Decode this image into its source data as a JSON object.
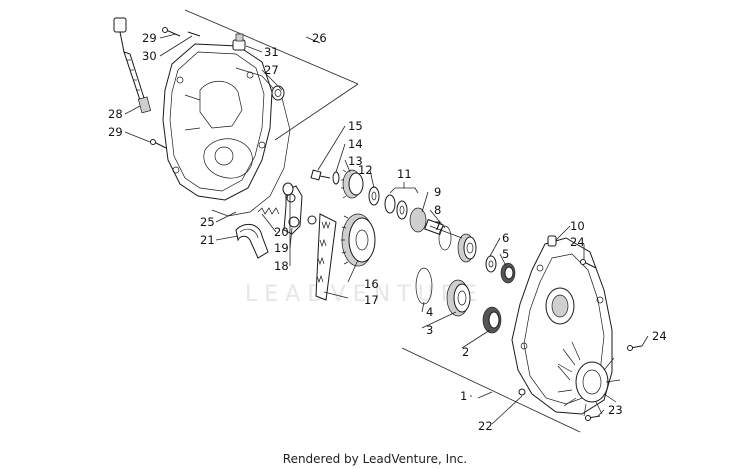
{
  "watermark": "LEADVENTURE",
  "footer": "Rendered by LeadVenture, Inc.",
  "callouts": {
    "c1": "1",
    "c2": "2",
    "c3": "3",
    "c4": "4",
    "c5": "5",
    "c6": "6",
    "c7": "7",
    "c8": "8",
    "c9": "9",
    "c10": "10",
    "c11": "11",
    "c12": "12",
    "c13": "13",
    "c14": "14",
    "c15": "15",
    "c16": "16",
    "c17": "17",
    "c18": "18",
    "c19": "19",
    "c20": "20",
    "c21": "21",
    "c22": "22",
    "c23": "23",
    "c24a": "24",
    "c24b": "24",
    "c25": "25",
    "c26": "26",
    "c27": "27",
    "c28": "28",
    "c29a": "29",
    "c29b": "29",
    "c30": "30",
    "c31": "31"
  }
}
